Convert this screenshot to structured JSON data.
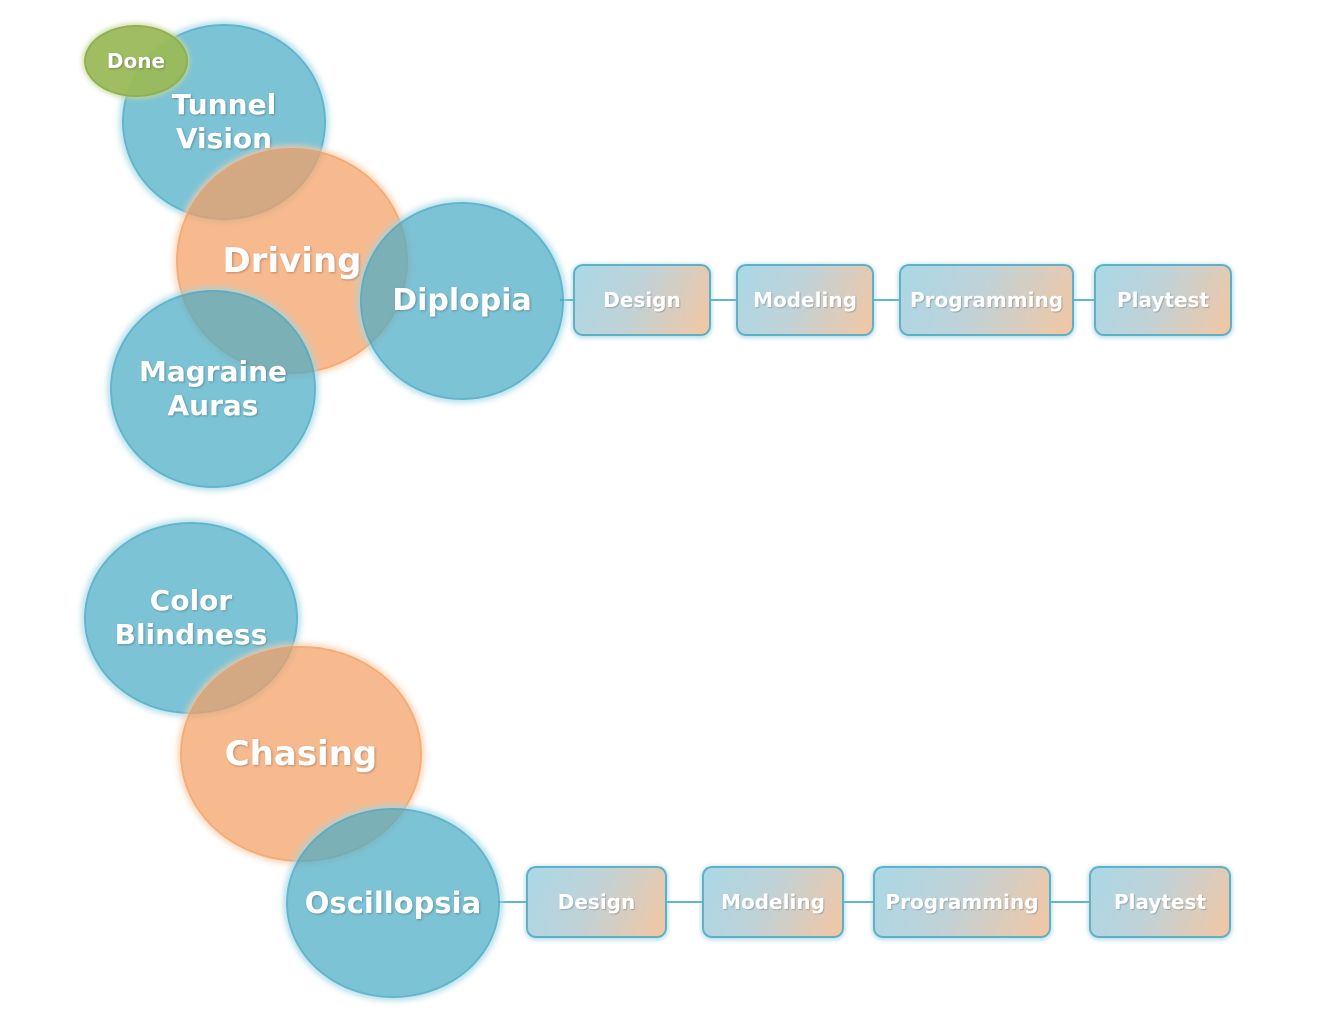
{
  "colors": {
    "blue": "#4BACC6",
    "orange": "#F4A064",
    "green": "#9BBB59",
    "connector": "#5EB6CC"
  },
  "diagram": {
    "top_cluster": {
      "done_badge": "Done",
      "tunnel_vision": "Tunnel\nVision",
      "driving": "Driving",
      "diplopia": "Diplopia",
      "magraine_auras": "Magraine\nAuras",
      "pipeline": [
        "Design",
        "Modeling",
        "Programming",
        "Playtest"
      ]
    },
    "bottom_cluster": {
      "color_blindness": "Color\nBlindness",
      "chasing": "Chasing",
      "oscillopsia": "Oscillopsia",
      "pipeline": [
        "Design",
        "Modeling",
        "Programming",
        "Playtest"
      ]
    }
  }
}
